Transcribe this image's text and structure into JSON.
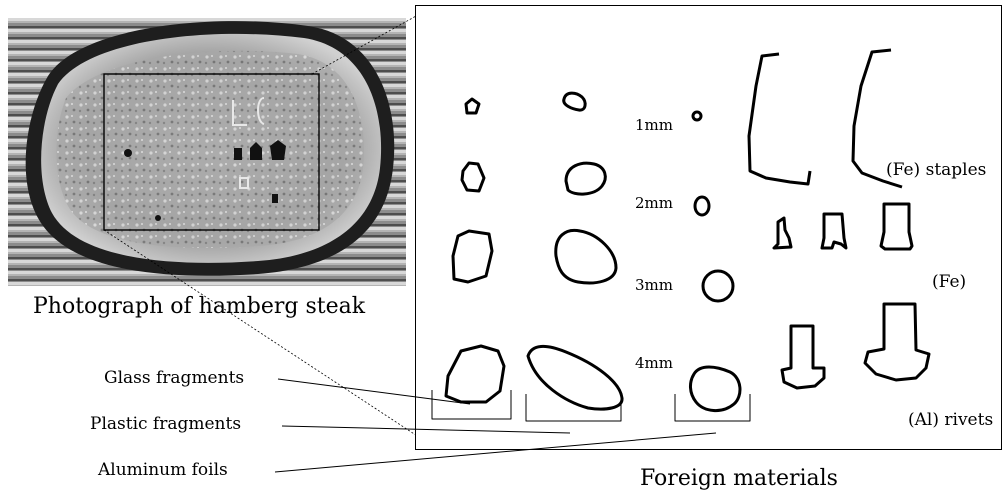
{
  "photo": {
    "caption": "Photograph of hamberg steak"
  },
  "foreign_materials": {
    "caption": "Foreign materials",
    "sizes": [
      "1mm",
      "2mm",
      "3mm",
      "4mm"
    ],
    "categories": {
      "staples": "(Fe) staples",
      "fe": "(Fe)",
      "rivets": "(Al) rivets"
    }
  },
  "legend": {
    "glass": "Glass fragments",
    "plastic": "Plastic fragments",
    "aluminum": "Aluminum foils"
  }
}
